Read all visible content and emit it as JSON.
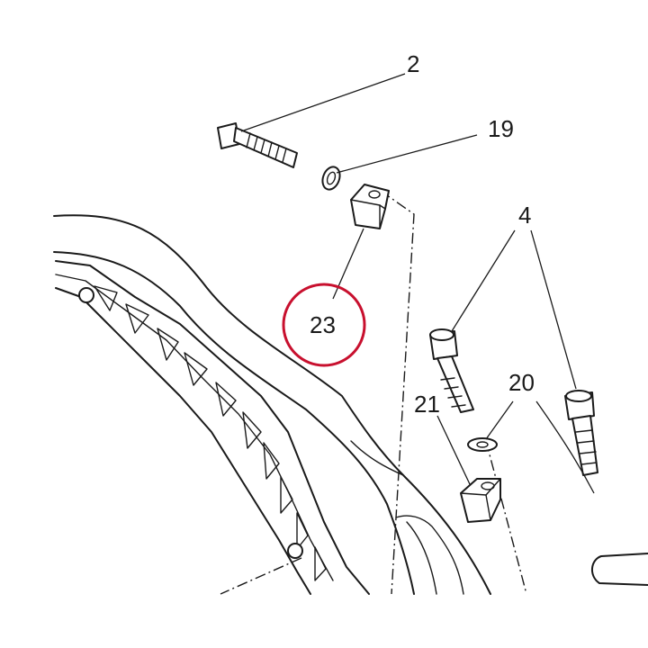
{
  "callouts": [
    {
      "id": "2",
      "label": "2"
    },
    {
      "id": "19",
      "label": "19"
    },
    {
      "id": "23",
      "label": "23"
    },
    {
      "id": "4",
      "label": "4"
    },
    {
      "id": "20",
      "label": "20"
    },
    {
      "id": "21",
      "label": "21"
    }
  ],
  "highlight": {
    "target": "23",
    "color": "#c8102e"
  }
}
